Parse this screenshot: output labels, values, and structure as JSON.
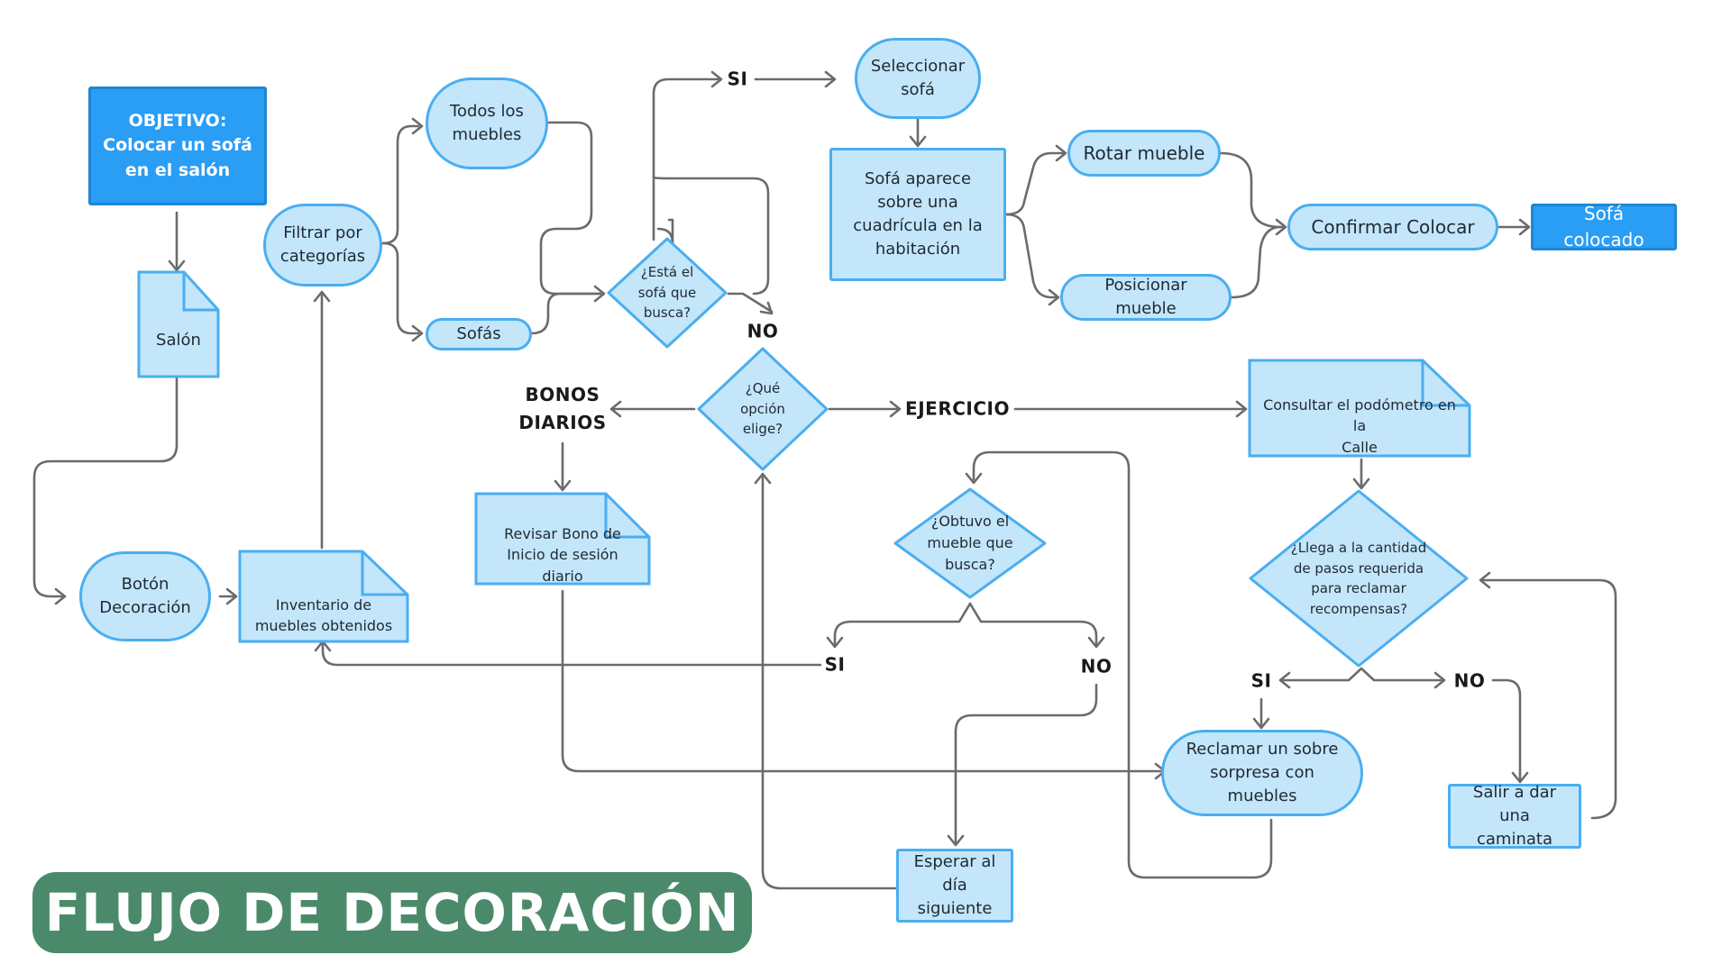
{
  "title": "FLUJO DE DECORACIÓN",
  "colors": {
    "node_fill": "#c4e6fb",
    "node_border": "#4aaef0",
    "accent_fill": "#2a9df4",
    "title_bg": "#4a8a6a",
    "connector": "#6b6b6b"
  },
  "nodes": {
    "objetivo": "OBJETIVO:\nColocar un sofá\nen el salón",
    "salon": "Salón",
    "boton_decoracion": "Botón\nDecoración",
    "inventario": "Inventario de\nmuebles obtenidos",
    "filtrar": "Filtrar por\ncategorías",
    "todos_muebles": "Todos los\nmuebles",
    "sofas": "Sofás",
    "esta_sofa": "¿Está el\nsofá que\nbusca?",
    "seleccionar_sofa": "Seleccionar\nsofá",
    "sofa_aparece": "Sofá aparece\nsobre una\ncuadrícula en la\nhabitación",
    "rotar": "Rotar mueble",
    "posicionar": "Posicionar mueble",
    "confirmar": "Confirmar Colocar",
    "colocado": "Sofá colocado",
    "que_opcion": "¿Qué\nopción\nelige?",
    "revisar_bono": "Revisar Bono de\nInicio de sesión diario",
    "obtuvo_mueble": "¿Obtuvo el\nmueble que\nbusca?",
    "esperar": "Esperar al\ndía siguiente",
    "consultar": "Consultar el podómetro en la\nCalle",
    "llega_pasos": "¿Llega a la cantidad\nde pasos requerida\npara reclamar\nrecompensas?",
    "reclamar": "Reclamar un sobre\nsorpresa con muebles",
    "salir_caminata": "Salir a dar una\ncaminata"
  },
  "labels": {
    "si_1": "SI",
    "no_1": "NO",
    "bonos": "BONOS\nDIARIOS",
    "ejercicio": "EJERCICIO",
    "si_2": "SI",
    "no_2": "NO",
    "si_3": "SI",
    "no_3": "NO"
  }
}
